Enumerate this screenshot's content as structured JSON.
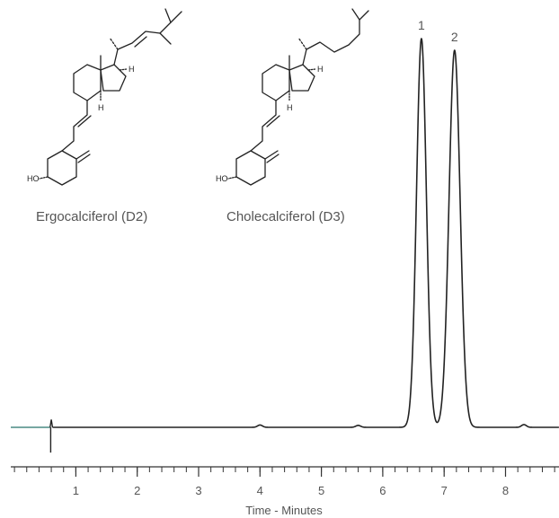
{
  "chart_data": {
    "type": "line",
    "title": "",
    "xlabel": "Time - Minutes",
    "ylabel": "",
    "xlim": [
      0,
      9
    ],
    "x_ticks": [
      1,
      2,
      3,
      4,
      5,
      6,
      7,
      8
    ],
    "x_minor_tick_step": 0.2,
    "grid": false,
    "legend": "none",
    "y_units": "relative response (0-100)",
    "baseline": 0,
    "injection_disturbance": {
      "time": 0.6,
      "up": 2.0,
      "down": -6.5
    },
    "noise_points": [
      {
        "time": 4.0,
        "value": 0.6
      },
      {
        "time": 5.6,
        "value": 0.5
      },
      {
        "time": 8.3,
        "value": 0.7
      }
    ],
    "peaks": [
      {
        "label": "1",
        "time": 6.63,
        "height": 100,
        "width_sigma": 0.08
      },
      {
        "label": "2",
        "time": 7.17,
        "height": 97,
        "width_sigma": 0.09
      }
    ],
    "line_color": "#222222",
    "baseline_color": "#4a8a84",
    "axis_color": "#333333"
  },
  "compounds": [
    {
      "name": "Ergocalciferol (D2)",
      "atom_ho": "HO",
      "atom_h1": "H",
      "atom_h2": "H"
    },
    {
      "name": "Cholecalciferol (D3)",
      "atom_ho": "HO",
      "atom_h1": "H",
      "atom_h2": "H"
    }
  ]
}
